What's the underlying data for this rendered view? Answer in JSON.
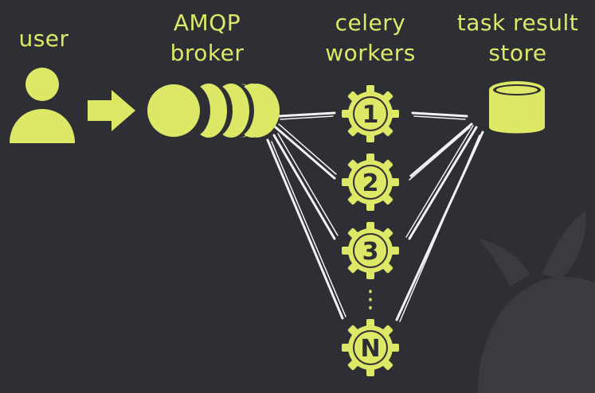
{
  "labels": {
    "user": "user",
    "broker_line1": "AMQP",
    "broker_line2": "broker",
    "workers_line1": "celery",
    "workers_line2": "workers",
    "store_line1": "task result",
    "store_line2": "store"
  },
  "workers": [
    "1",
    "2",
    "3",
    "N"
  ],
  "ellipsis": "⋮",
  "colors": {
    "background": "#2e2f35",
    "accent": "#dde867",
    "connector": "#f2f2f2",
    "mascot": "#3a3b41"
  },
  "icons": [
    "user-icon",
    "arrow-right-icon",
    "broker-queue-icon",
    "gear-icon",
    "database-icon",
    "celery-mascot-icon"
  ]
}
